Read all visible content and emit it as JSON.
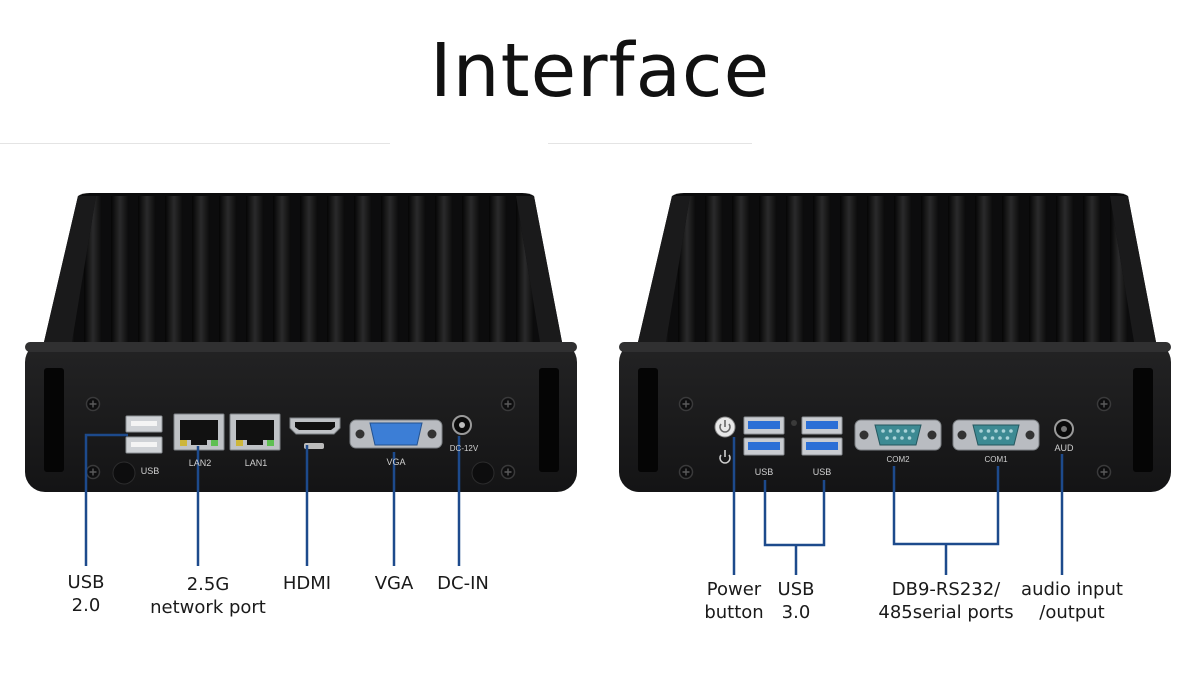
{
  "title": "Interface",
  "left_device": {
    "port_marks": {
      "usb": "USB",
      "lan2": "LAN2",
      "lan1": "LAN1",
      "vga": "VGA",
      "dc": "DC-12V"
    },
    "callouts": {
      "usb20": [
        "USB",
        "2.0"
      ],
      "lan": [
        "2.5G",
        "network port"
      ],
      "hdmi": [
        "HDMI"
      ],
      "vga": [
        "VGA"
      ],
      "dcin": [
        "DC-IN"
      ]
    }
  },
  "right_device": {
    "port_marks": {
      "usb_a": "USB",
      "usb_b": "USB",
      "com2": "COM2",
      "com1": "COM1",
      "aud": "AUD"
    },
    "callouts": {
      "power": [
        "Power",
        "button"
      ],
      "usb30": [
        "USB",
        "3.0"
      ],
      "serial": [
        "DB9-RS232/",
        "485serial ports"
      ],
      "audio": [
        "audio input",
        "/output"
      ]
    }
  },
  "colors": {
    "chassis": "#1b1b1c",
    "leader_line": "#1d4a8c",
    "usb3_blue": "#2b6fd6",
    "vga_blue": "#3c7ed6",
    "serial_teal": "#3d8a93"
  }
}
